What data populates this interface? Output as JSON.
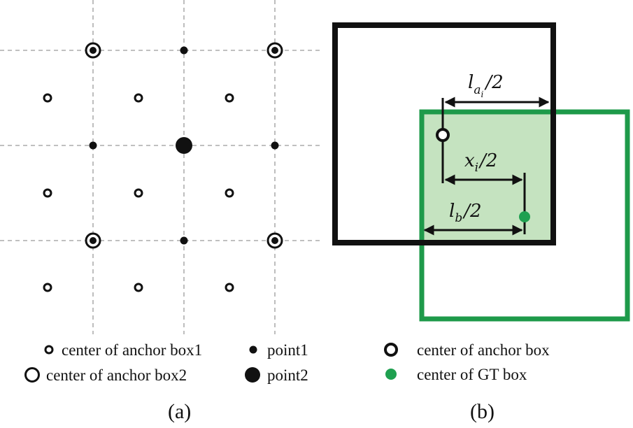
{
  "colors": {
    "ink": "#111111",
    "grid": "#9a9a9a",
    "green_stroke": "#1e9a4a",
    "green_fill": "#c5e3c0",
    "green_dot": "#1fa050"
  },
  "panel_a": {
    "caption": "(a)",
    "legend": {
      "anchor1": "center of anchor box1",
      "anchor2": "center of anchor box2",
      "point1": "point1",
      "point2": "point2"
    }
  },
  "panel_b": {
    "caption": "(b)",
    "labels": {
      "la_main": "l",
      "la_sub": "a",
      "la_subsub": "i",
      "la_tail": "/2",
      "xi_main": "x",
      "xi_sub": "i",
      "xi_tail": "/2",
      "lb_main": "l",
      "lb_sub": "b",
      "lb_tail": "/2"
    },
    "legend": {
      "anchor": "center of anchor box",
      "gt": "center of GT box"
    }
  }
}
